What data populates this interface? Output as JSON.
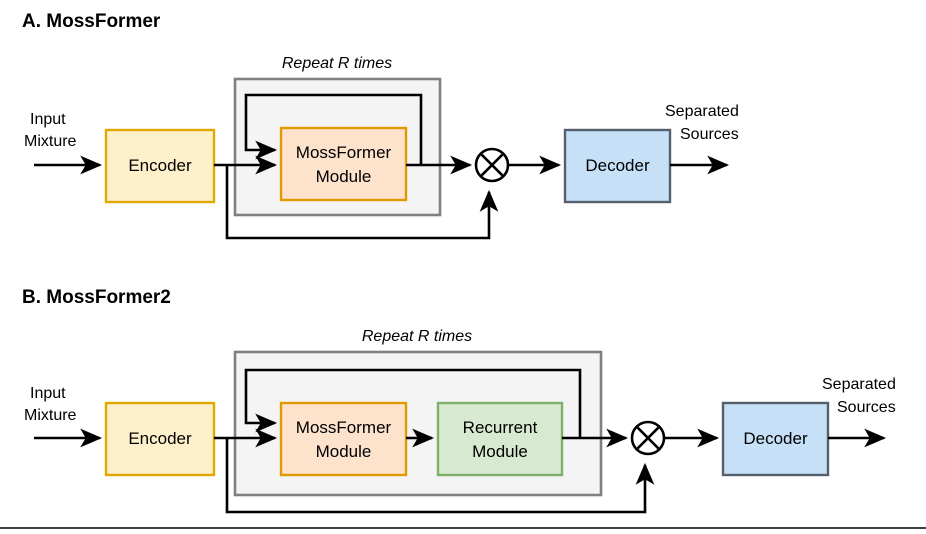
{
  "figure": {
    "panels": [
      {
        "id": "A",
        "title": "A. MossFormer",
        "repeat_label": "Repeat R times",
        "input_label_line1": "Input",
        "input_label_line2": "Mixture",
        "output_label_line1": "Separated",
        "output_label_line2": "Sources",
        "nodes": [
          {
            "name": "encoder",
            "line1": "Encoder",
            "line2": "",
            "fill": "#fdf0cb",
            "stroke": "#e0a800"
          },
          {
            "name": "mossformer-module",
            "line1": "MossFormer",
            "line2": "Module",
            "fill": "#fde2cc",
            "stroke": "#e09900"
          },
          {
            "name": "decoder",
            "line1": "Decoder",
            "line2": "",
            "fill": "#c6e0f7",
            "stroke": "#555f6b"
          }
        ],
        "operator": "multiply"
      },
      {
        "id": "B",
        "title": "B. MossFormer2",
        "repeat_label": "Repeat R times",
        "input_label_line1": "Input",
        "input_label_line2": "Mixture",
        "output_label_line1": "Separated",
        "output_label_line2": "Sources",
        "nodes": [
          {
            "name": "encoder",
            "line1": "Encoder",
            "line2": "",
            "fill": "#fdf0cb",
            "stroke": "#e0a800"
          },
          {
            "name": "mossformer-module",
            "line1": "MossFormer",
            "line2": "Module",
            "fill": "#fde2cc",
            "stroke": "#e09900"
          },
          {
            "name": "recurrent-module",
            "line1": "Recurrent",
            "line2": "Module",
            "fill": "#d8e9d2",
            "stroke": "#7fb069"
          },
          {
            "name": "decoder",
            "line1": "Decoder",
            "line2": "",
            "fill": "#c6e0f7",
            "stroke": "#555f6b"
          }
        ],
        "operator": "multiply"
      }
    ],
    "colors": {
      "encoder_fill": "#fdf0cb",
      "encoder_stroke": "#e0a800",
      "mossformer_fill": "#fde2cc",
      "mossformer_stroke": "#e09900",
      "recurrent_fill": "#d8e9d2",
      "recurrent_stroke": "#7fb069",
      "decoder_fill": "#c6e0f7",
      "decoder_stroke": "#555f6b",
      "group_fill": "#f4f4f4",
      "group_stroke": "#808080",
      "line": "#000000",
      "background": "#ffffff"
    }
  }
}
